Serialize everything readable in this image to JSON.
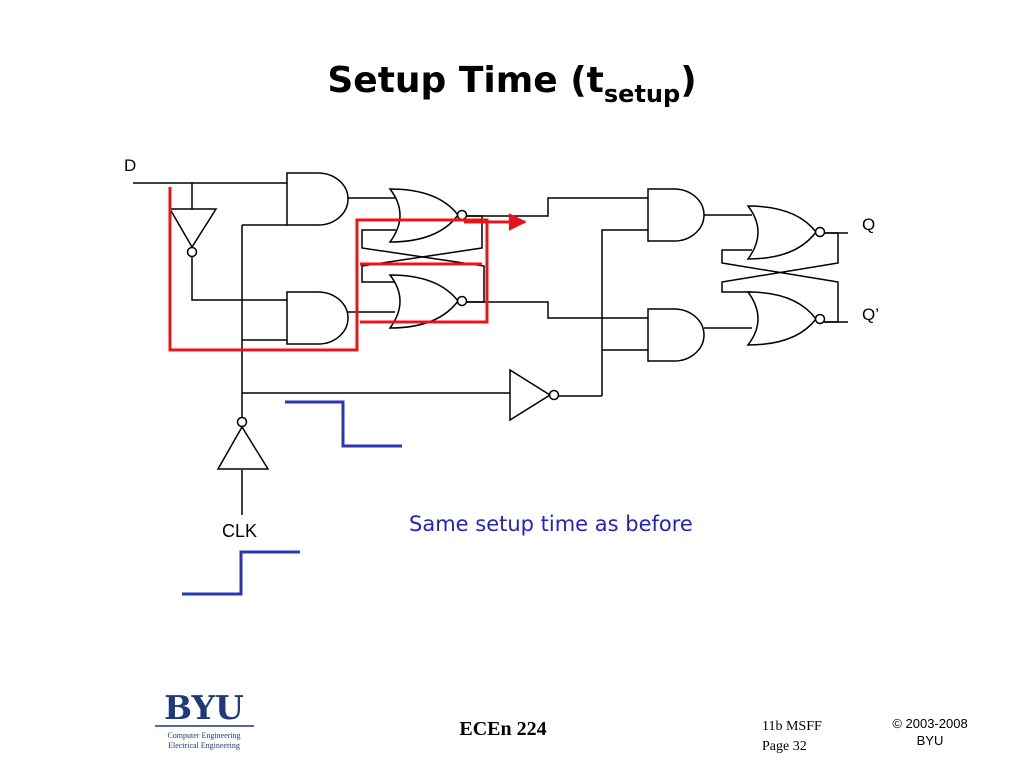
{
  "slide": {
    "title_main": "Setup Time (t",
    "title_sub": "setup",
    "title_close": ")"
  },
  "labels": {
    "d": "D",
    "q": "Q",
    "q_bar": "Q’",
    "clk": "CLK"
  },
  "annotation": {
    "text": "Same setup time as before",
    "color": "#2222cc"
  },
  "colors": {
    "wire": "#000000",
    "path_highlight": "#e8141b",
    "waveform": "#2b34b4",
    "logo_blue": "#1f3a7a"
  },
  "footer": {
    "logo_text": "BYU",
    "logo_line1": "Computer Engineering",
    "logo_line2": "Electrical Engineering",
    "course": "ECEn 224",
    "slide_ref": "11b MSFF",
    "page": "Page 32",
    "copyright_line1": "© 2003-2008",
    "copyright_line2": "BYU"
  }
}
